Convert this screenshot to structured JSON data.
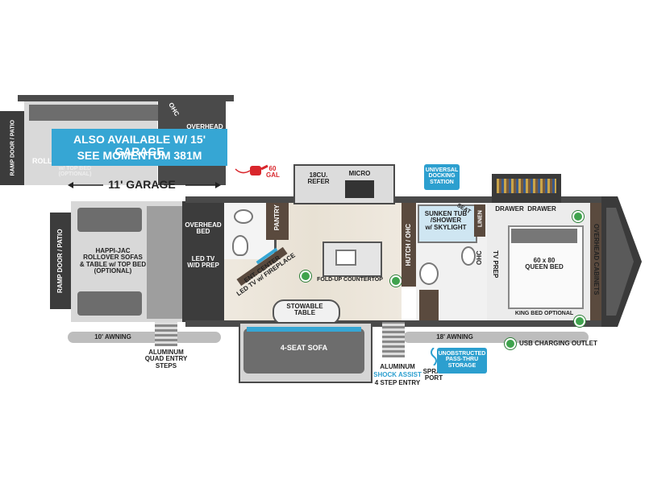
{
  "callout": {
    "line1": "ALSO AVAILABLE W/ 15' GARAGE",
    "line2": "SEE MOMENTUM 381M"
  },
  "garage_label": "11' GARAGE",
  "fuel_label": "60\nGAL",
  "upper_partial": {
    "door": "RAMP DOOR / PATIO",
    "ohc": "OHC",
    "overhead": "OVERHEAD",
    "roll_fragment": "ROLL",
    "bed_fragment": "w/ TOP BED\n(OPTIONAL)"
  },
  "rooms": {
    "ramp_door": "RAMP DOOR / PATIO",
    "sofas": "HAPPI-JAC\nROLLOVER SOFAS\n& TABLE w/ TOP BED\n(OPTIONAL)",
    "overhead_bed": "OVERHEAD\nBED",
    "led_tv": "LED TV\nW/D PREP",
    "refer": "18CU.\nREFER",
    "micro": "MICRO",
    "pantry": "PANTRY",
    "ent_center": "ENT. CENTER\nLED TV w/ FIREPLACE",
    "countertop": "FOLD-UP COUNTERTOP",
    "stowable_table": "STOWABLE\nTABLE",
    "sofa": "4-SEAT SOFA",
    "hutch": "HUTCH / OHC",
    "tub": "SUNKEN TUB\n/SHOWER\nw/ SKYLIGHT",
    "seat": "SEAT",
    "linen": "LINEN",
    "ohc": "OHC",
    "tv_prep": "TV PREP",
    "drawer1": "DRAWER",
    "drawer2": "DRAWER",
    "queen_bed": "60 x 80\nQUEEN BED",
    "overhead_cabinets": "OVERHEAD CABINETS",
    "king_bed": "KING BED OPTIONAL"
  },
  "docking": "UNIVERSAL\nDOCKING\nSTATION",
  "below": {
    "awning_10": "10' AWNING",
    "awning_18": "18' AWNING",
    "steps": "ALUMINUM\nQUAD ENTRY\nSTEPS",
    "shock_1": "ALUMINUM",
    "shock_2": "SHOCK ASSIST",
    "shock_3": "4 STEP ENTRY",
    "spray": "SPRAY\nPORT",
    "storage": "UNOBSTRUCTED\nPASS-THRU\nSTORAGE",
    "usb": "USB CHARGING OUTLET"
  },
  "colors": {
    "callout_bg": "#36a6d4",
    "blue_label": "#2c9fcf",
    "usb_dot": "#3fa34d",
    "fuel": "#d9262c"
  },
  "icons": [
    "fuel-nozzle-icon",
    "sink-icon",
    "toilet-icon",
    "usb-outlet-icon",
    "spray-port-icon"
  ]
}
